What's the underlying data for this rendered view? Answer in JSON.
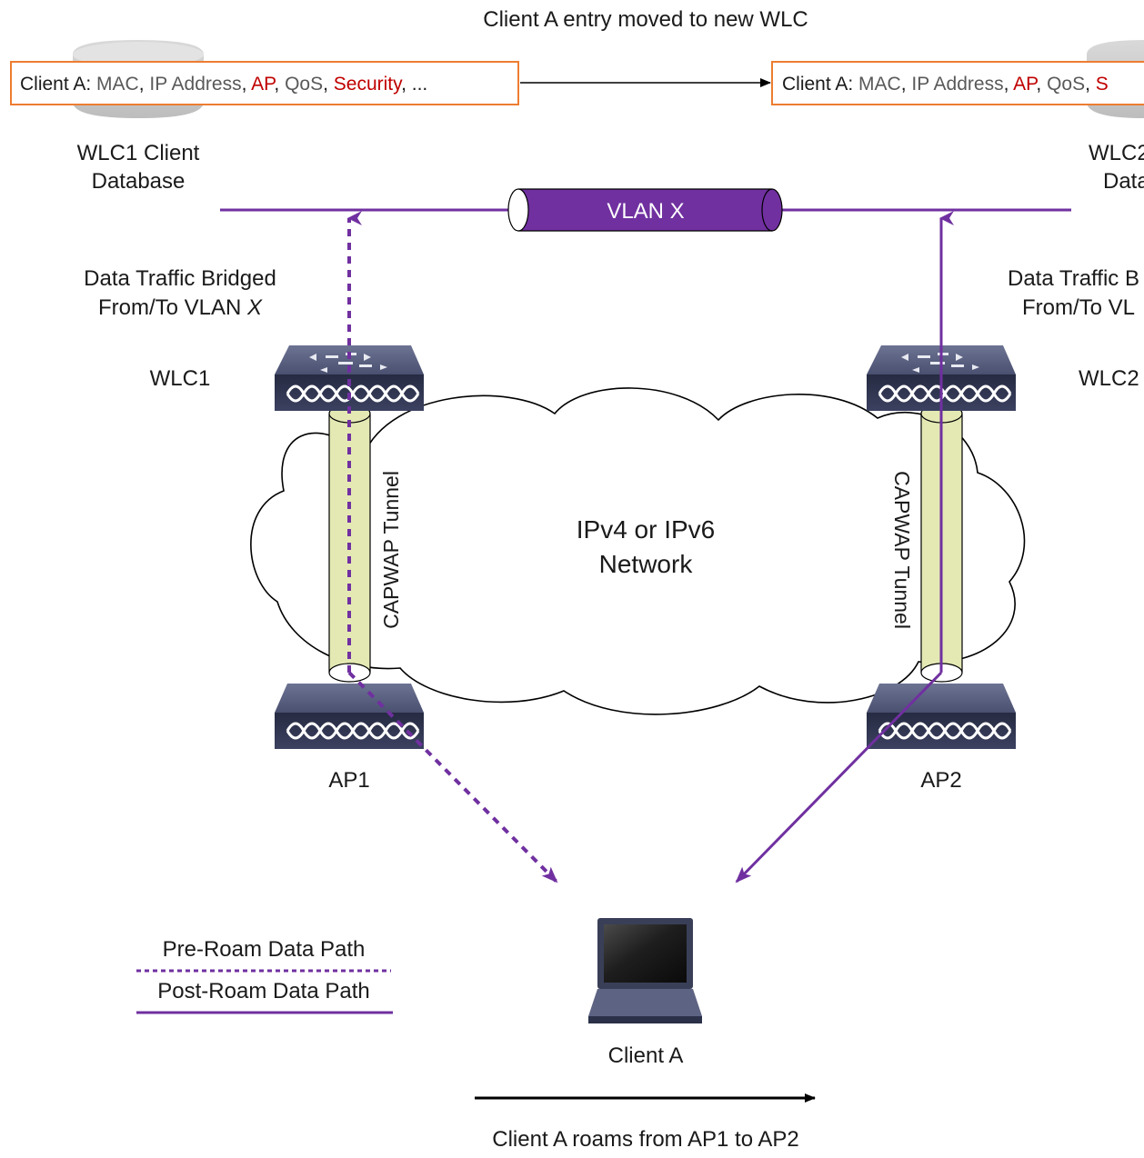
{
  "colors": {
    "vlan": "#7030a0",
    "tunnel_fill": "#e4e9b4",
    "record_border": "#ed7d31",
    "db_cylinder": "#c8c8c8",
    "device_dark": "#2b3149",
    "device_top": "#5d6382",
    "text": "#1a1a1a",
    "field_gray": "#595959",
    "field_red": "#c00000"
  },
  "header": {
    "move_caption": "Client A entry moved to new WLC"
  },
  "records": [
    {
      "id": "wlc1",
      "segments": [
        {
          "text": "Client A",
          "color": "#1a1a1a"
        },
        {
          "text": ": ",
          "color": "#1a1a1a"
        },
        {
          "text": "MAC",
          "color": "#595959"
        },
        {
          "text": ", ",
          "color": "#1a1a1a"
        },
        {
          "text": "IP Address",
          "color": "#595959"
        },
        {
          "text": ", ",
          "color": "#1a1a1a"
        },
        {
          "text": "AP",
          "color": "#c00000"
        },
        {
          "text": ", ",
          "color": "#1a1a1a"
        },
        {
          "text": "QoS",
          "color": "#595959"
        },
        {
          "text": ", ",
          "color": "#1a1a1a"
        },
        {
          "text": "Security",
          "color": "#c00000"
        },
        {
          "text": ", ...",
          "color": "#1a1a1a"
        }
      ]
    },
    {
      "id": "wlc2",
      "segments": [
        {
          "text": "Client A",
          "color": "#1a1a1a"
        },
        {
          "text": ": ",
          "color": "#1a1a1a"
        },
        {
          "text": "MAC",
          "color": "#595959"
        },
        {
          "text": ", ",
          "color": "#1a1a1a"
        },
        {
          "text": "IP Address",
          "color": "#595959"
        },
        {
          "text": ", ",
          "color": "#1a1a1a"
        },
        {
          "text": "AP",
          "color": "#c00000"
        },
        {
          "text": ", ",
          "color": "#1a1a1a"
        },
        {
          "text": "QoS",
          "color": "#595959"
        },
        {
          "text": ", ",
          "color": "#1a1a1a"
        },
        {
          "text": "S",
          "color": "#c00000"
        }
      ]
    }
  ],
  "databases": {
    "wlc1": {
      "line1": "WLC1 Client",
      "line2": "Database"
    },
    "wlc2": {
      "line1": "WLC2",
      "line2": "Data"
    }
  },
  "vlan": {
    "label": "VLAN X"
  },
  "bridged": {
    "left": {
      "line1": "Data Traffic Bridged",
      "line2_prefix": "From/To VLAN ",
      "line2_italic": "X"
    },
    "right": {
      "line1": "Data Traffic B",
      "line2": "From/To VL"
    }
  },
  "controllers": {
    "wlc1": "WLC1",
    "wlc2": "WLC2"
  },
  "tunnels": {
    "left": "CAPWAP Tunnel",
    "right": "CAPWAP Tunnel"
  },
  "network": {
    "line1": "IPv4 or IPv6",
    "line2": "Network"
  },
  "access_points": {
    "ap1": "AP1",
    "ap2": "AP2"
  },
  "legend": {
    "pre_roam": "Pre-Roam Data Path",
    "post_roam": "Post-Roam Data Path"
  },
  "client": {
    "label": "Client A"
  },
  "footer": {
    "roam_caption": "Client A roams from AP1 to AP2"
  }
}
